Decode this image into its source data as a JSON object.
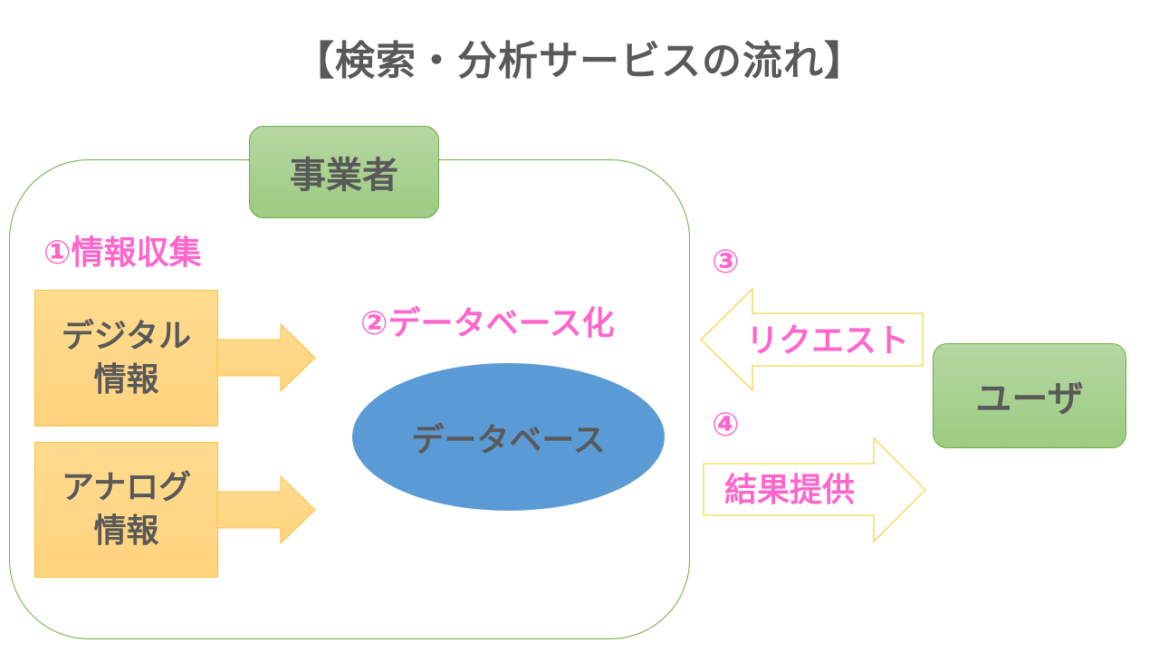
{
  "title": "【検索・分析サービスの流れ】",
  "provider": {
    "label": "事業者"
  },
  "user": {
    "label": "ユーザ"
  },
  "steps": {
    "step1": "①情報収集",
    "step2": "②データベース化",
    "step3": "③",
    "step4": "④"
  },
  "sources": [
    {
      "line1": "デジタル",
      "line2": "情報"
    },
    {
      "line1": "アナログ",
      "line2": "情報"
    }
  ],
  "database": {
    "label": "データベース"
  },
  "arrows": {
    "request": "リクエスト",
    "result": "結果提供"
  },
  "colors": {
    "title_text": "#595959",
    "step_text": "#ff66cc",
    "container_border": "#70ad47",
    "green_fill": "#a9d18e",
    "orange_fill": "#ffd580",
    "orange_border": "#f5c242",
    "database_fill": "#5b9bd5",
    "outline_arrow_border": "#f5d54a"
  }
}
